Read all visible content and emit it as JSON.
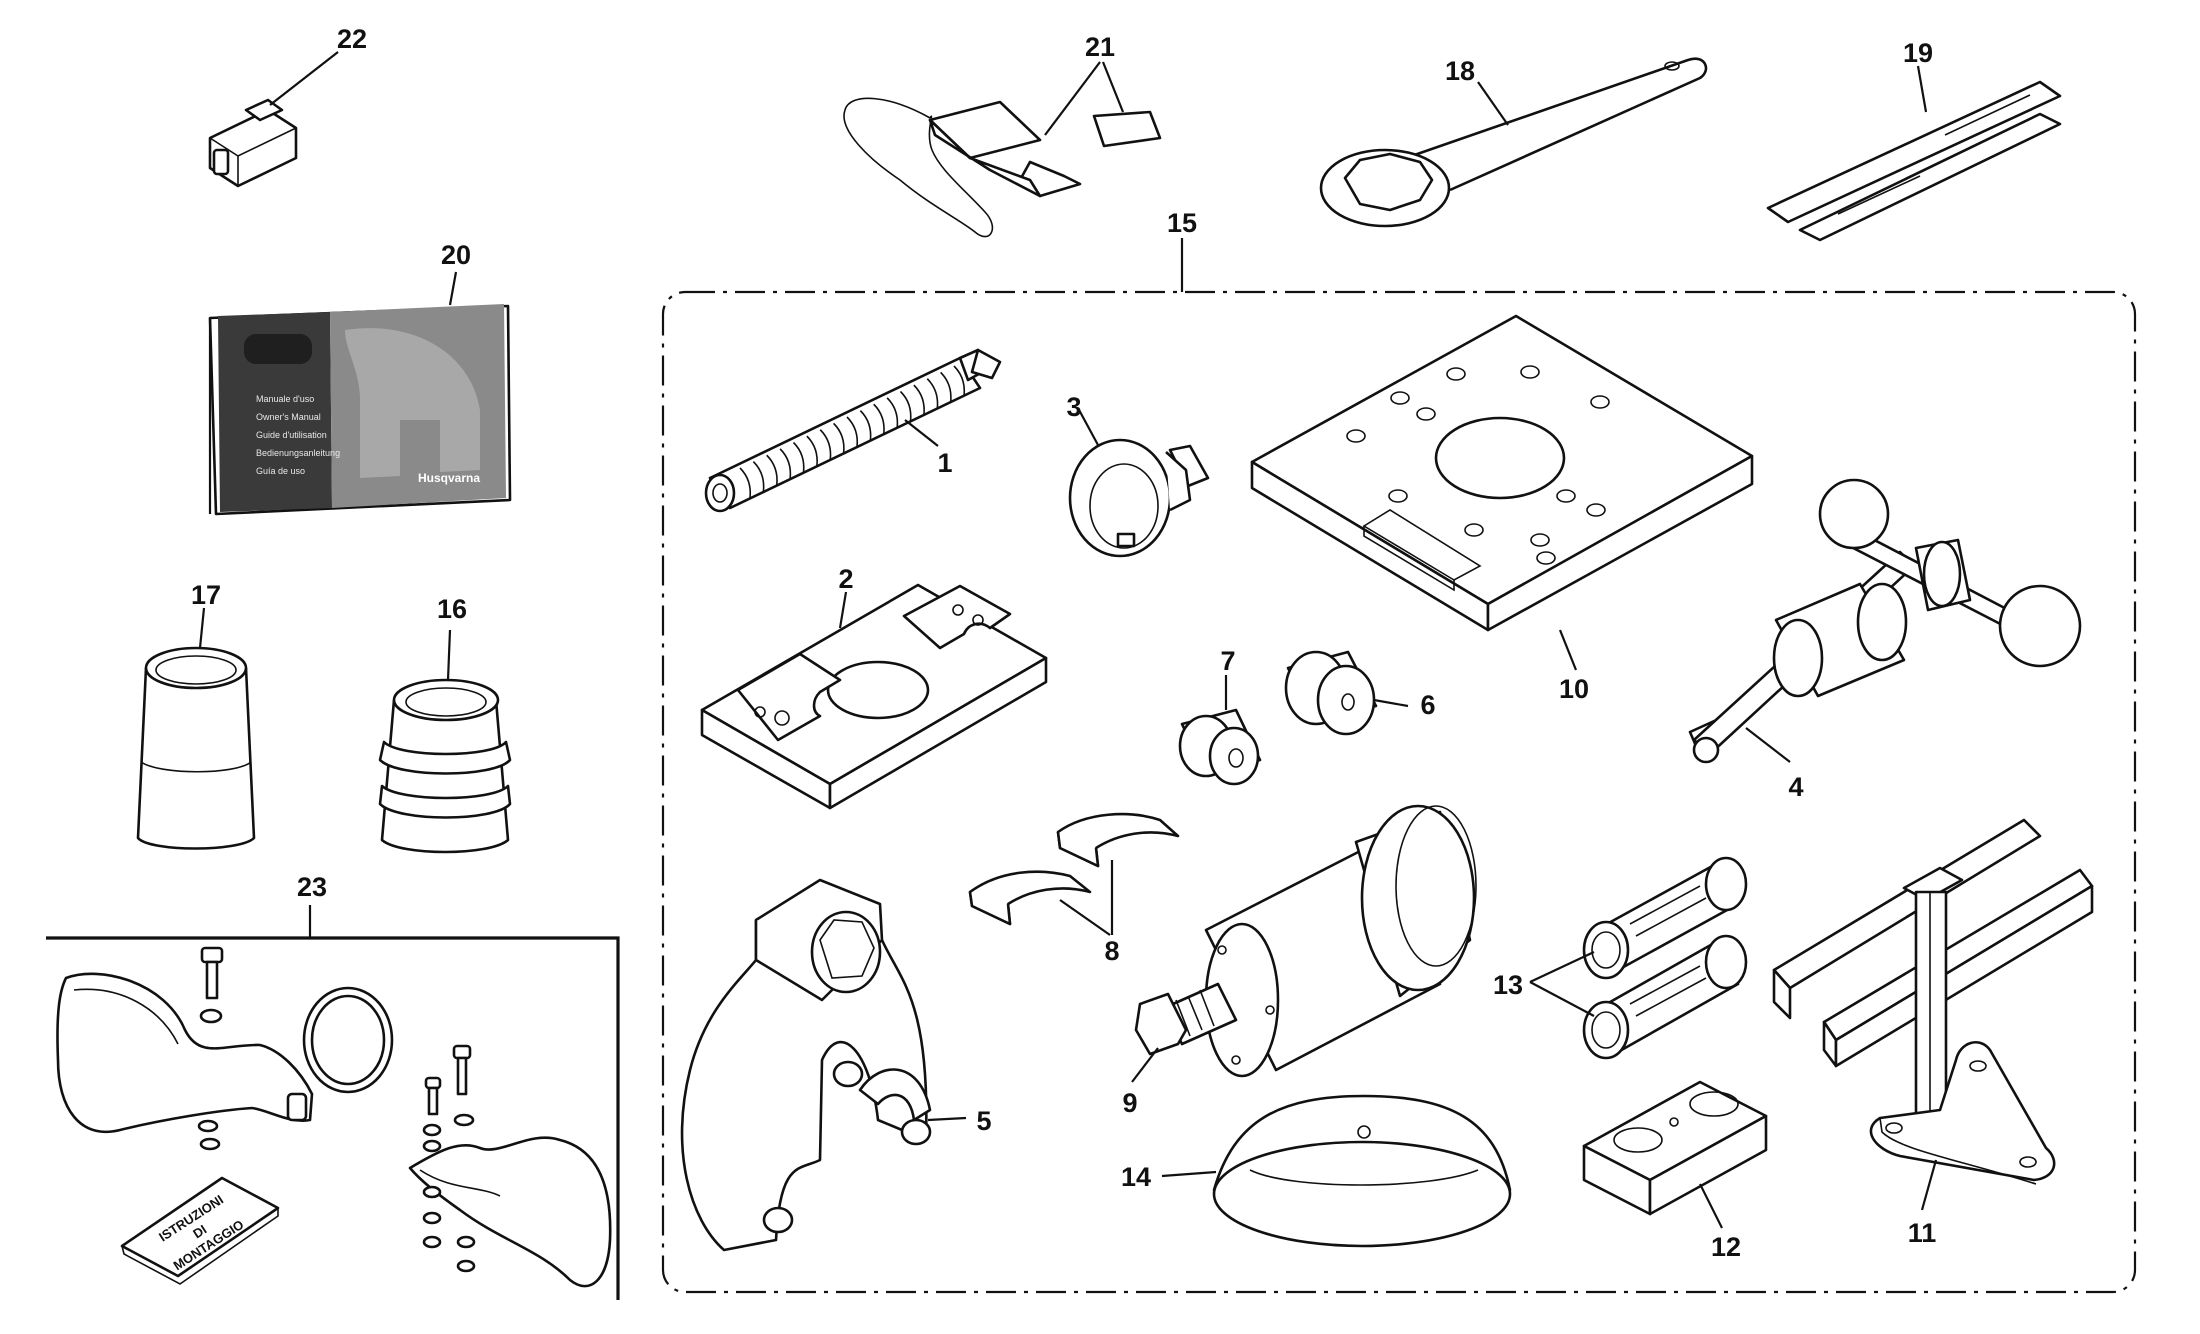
{
  "callouts": {
    "n1": "1",
    "n2": "2",
    "n3": "3",
    "n4": "4",
    "n5": "5",
    "n6": "6",
    "n7": "7",
    "n8": "8",
    "n9": "9",
    "n10": "10",
    "n11": "11",
    "n12": "12",
    "n13": "13",
    "n14": "14",
    "n15": "15",
    "n16": "16",
    "n17": "17",
    "n18": "18",
    "n19": "19",
    "n20": "20",
    "n21": "21",
    "n22": "22",
    "n23": "23"
  },
  "booklet": {
    "lines": [
      "Manuale d'uso",
      "Owner's Manual",
      "Guide d'utilisation",
      "Bedienungsanleitung",
      "Guía de uso"
    ],
    "brand": "Husqvarna"
  },
  "manual_card": {
    "lines": [
      "ISTRUZIONI",
      "DI",
      "MONTAGGIO"
    ]
  },
  "colors": {
    "line": "#111111",
    "background": "#ffffff",
    "booklet_dark": "#3a3a3a",
    "booklet_light": "#8a8a8a"
  }
}
